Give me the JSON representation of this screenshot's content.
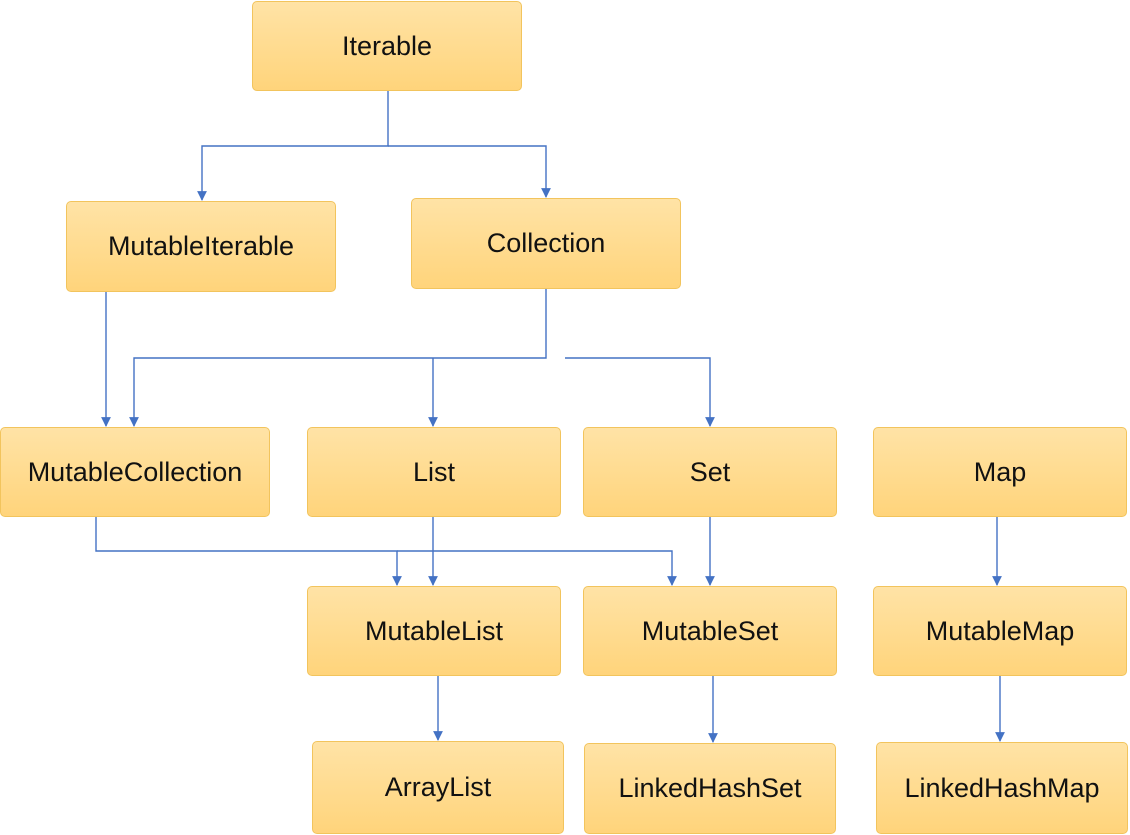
{
  "diagram": {
    "nodes": [
      {
        "id": "iterable",
        "label": "Iterable"
      },
      {
        "id": "mutable_iterable",
        "label": "MutableIterable"
      },
      {
        "id": "collection",
        "label": "Collection"
      },
      {
        "id": "mutable_collection",
        "label": "MutableCollection"
      },
      {
        "id": "list",
        "label": "List"
      },
      {
        "id": "set",
        "label": "Set"
      },
      {
        "id": "map",
        "label": "Map"
      },
      {
        "id": "mutable_list",
        "label": "MutableList"
      },
      {
        "id": "mutable_set",
        "label": "MutableSet"
      },
      {
        "id": "mutable_map",
        "label": "MutableMap"
      },
      {
        "id": "array_list",
        "label": "ArrayList"
      },
      {
        "id": "linked_hash_set",
        "label": "LinkedHashSet"
      },
      {
        "id": "linked_hash_map",
        "label": "LinkedHashMap"
      }
    ],
    "edges": [
      {
        "from": "Iterable",
        "to": "MutableIterable"
      },
      {
        "from": "Iterable",
        "to": "Collection"
      },
      {
        "from": "MutableIterable",
        "to": "MutableCollection"
      },
      {
        "from": "Collection",
        "to": "MutableCollection"
      },
      {
        "from": "Collection",
        "to": "List"
      },
      {
        "from": "Collection",
        "to": "Set"
      },
      {
        "from": "MutableCollection",
        "to": "MutableList"
      },
      {
        "from": "MutableCollection",
        "to": "MutableSet"
      },
      {
        "from": "List",
        "to": "MutableList"
      },
      {
        "from": "Set",
        "to": "MutableSet"
      },
      {
        "from": "Map",
        "to": "MutableMap"
      },
      {
        "from": "MutableList",
        "to": "ArrayList"
      },
      {
        "from": "MutableSet",
        "to": "LinkedHashSet"
      },
      {
        "from": "MutableMap",
        "to": "LinkedHashMap"
      }
    ],
    "colors": {
      "node_fill_top": "#ffe3a6",
      "node_fill_bottom": "#ffd47b",
      "node_border": "#f2c45d",
      "connector": "#4472c4",
      "text": "#111111"
    }
  }
}
